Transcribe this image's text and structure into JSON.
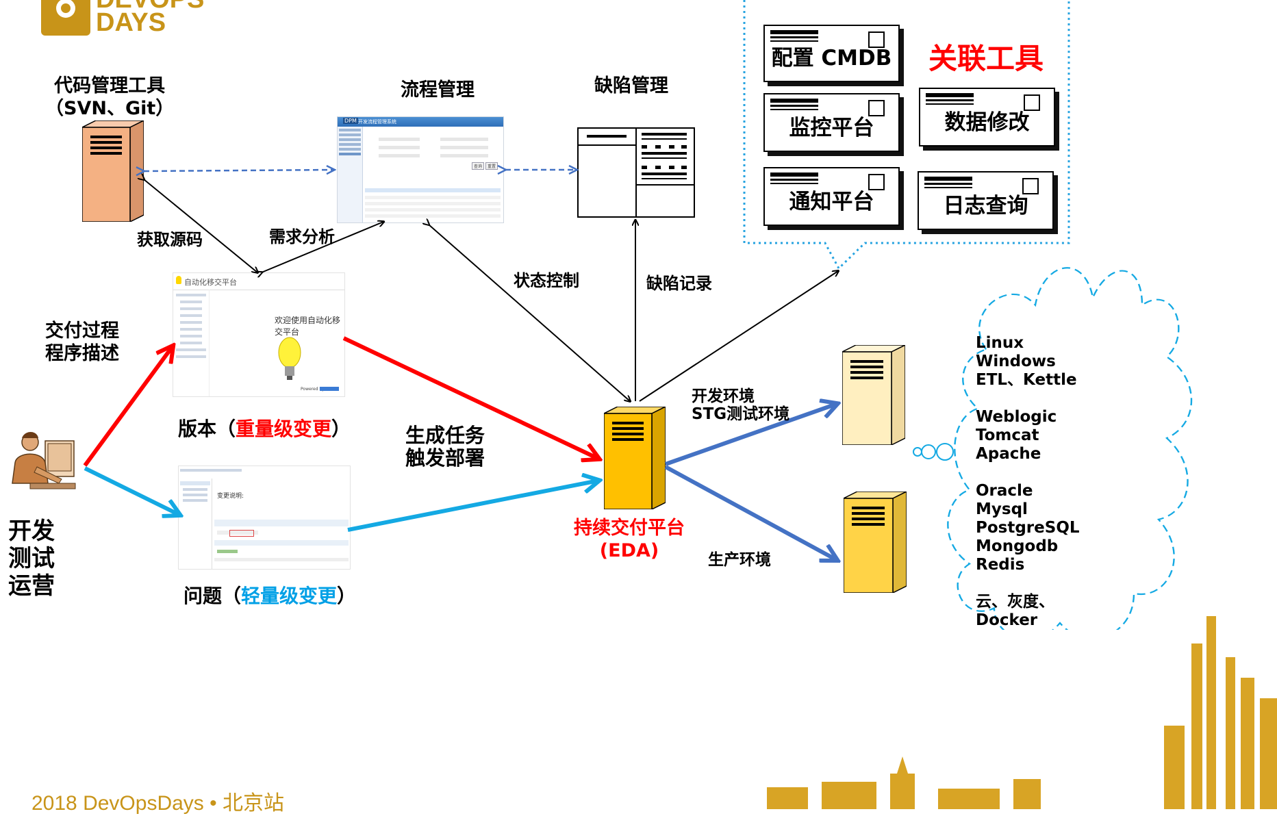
{
  "logo": {
    "text_line1": "DEVOPS",
    "text_line2": "DAYS"
  },
  "labels": {
    "code_mgmt_tool_line1": "代码管理工具",
    "code_mgmt_tool_line2": "（SVN、Git）",
    "process_mgmt": "流程管理",
    "defect_mgmt": "缺陷管理",
    "get_source": "获取源码",
    "requirement_analysis": "需求分析",
    "state_control": "状态控制",
    "defect_record": "缺陷记录",
    "delivery_process_line1": "交付过程",
    "delivery_process_line2": "程序描述",
    "version_prefix": "版本（",
    "version_highlight": "重量级变更",
    "version_suffix": "）",
    "issue_prefix": "问题（",
    "issue_highlight": "轻量级变更",
    "issue_suffix": "）",
    "gen_task_line1": "生成任务",
    "gen_task_line2": "触发部署",
    "cd_platform_line1": "持续交付平台",
    "cd_platform_line2": "(EDA)",
    "dev_env_line1": "开发环境",
    "dev_env_line2": "STG测试环境",
    "prod_env": "生产环境",
    "roles_line1": "开发",
    "roles_line2": "测试",
    "roles_line3": "运营"
  },
  "related_tools": {
    "title": "关联工具",
    "items": [
      "配置 CMDB",
      "监控平台",
      "数据修改",
      "通知平台",
      "日志查询"
    ]
  },
  "cloud_items": [
    "Linux",
    "Windows",
    "ETL、Kettle",
    "Weblogic",
    "Tomcat",
    "Apache",
    "Oracle",
    "Mysql",
    "PostgreSQL",
    "Mongodb",
    "Redis",
    "云、灰度、",
    "Docker"
  ],
  "screens": {
    "process_app_badge": "DPM",
    "process_app_title": "开发流程管理系统",
    "process_search_btn": "查询",
    "process_reset_btn": "重置",
    "release_app_title": "自动化移交平台",
    "release_welcome": "欢迎使用自动化移交平台",
    "release_powered": "Powered by",
    "issue_change_label": "变更说明:"
  },
  "footer": {
    "text": "2018 DevOpsDays • 北京站"
  },
  "colors": {
    "red_arrow": "#ff0000",
    "cyan_arrow": "#14a9e3",
    "blue_arrow": "#4472c4",
    "dashed_blue": "#4472c4",
    "dotted_frame": "#26a3e0",
    "highlight_red": "#ff0000",
    "highlight_cyan": "#00a0e6",
    "server_orange": "#f4b183",
    "server_gold": "#ffc000",
    "server_light": "#ffefc0",
    "logo_gold": "#c89419"
  }
}
